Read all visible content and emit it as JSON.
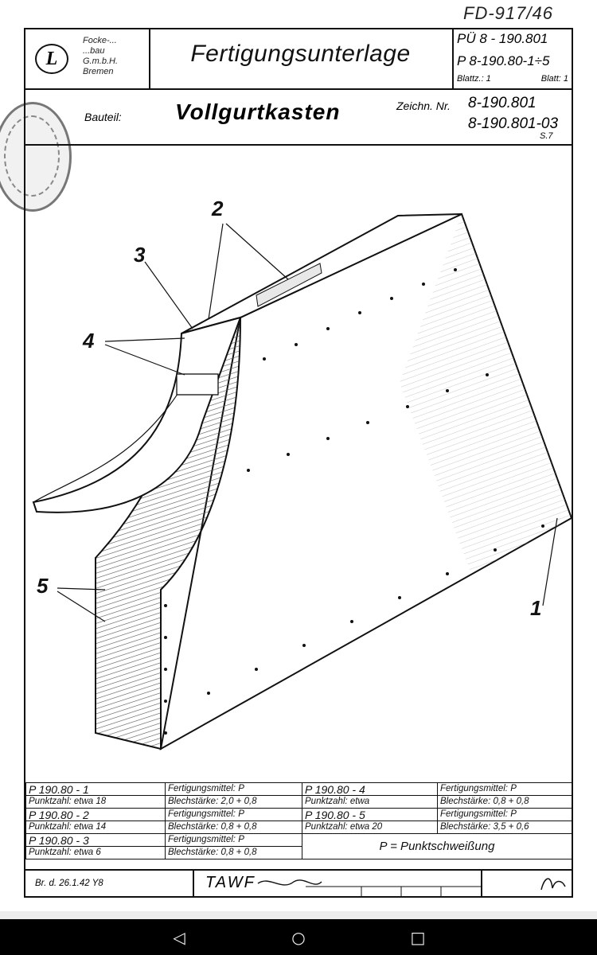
{
  "top_note": "FD-917/46",
  "header": {
    "company_lines": [
      "Focke-...",
      "...bau",
      "G.m.b.H.",
      "Bremen"
    ],
    "doc_title": "Fertigungsunterlage",
    "ref_line1": "PÜ 8 - 190.801",
    "ref_line2": "P 8-190.80-1÷5",
    "sheet_total": "Blattz.: 1",
    "sheet_num": "Blatt: 1",
    "part_label": "Bauteil:",
    "part_name": "Vollgurtkasten",
    "drawing_no_label": "Zeichn. Nr.",
    "drawing_no_1": "8-190.801",
    "drawing_no_2": "8-190.801-03",
    "drawing_no_sheet": "S.7"
  },
  "callouts": {
    "c1": "1",
    "c2": "2",
    "c3": "3",
    "c4": "4",
    "c5": "5"
  },
  "parts_table": {
    "rows": [
      [
        "P 190.80 - 1",
        "Fertigungsmittel: P",
        "P 190.80 - 4",
        "Fertigungsmittel: P"
      ],
      [
        "Punktzahl: etwa 18",
        "Blechstärke: 2,0 + 0,8",
        "Punktzahl: etwa",
        "Blechstärke: 0,8 + 0,8"
      ],
      [
        "P 190.80 - 2",
        "Fertigungsmittel: P",
        "P 190.80 - 5",
        "Fertigungsmittel: P"
      ],
      [
        "Punktzahl: etwa 14",
        "Blechstärke: 0,8 + 0,8",
        "Punktzahl: etwa 20",
        "Blechstärke: 3,5 + 0,6"
      ],
      [
        "P 190.80 - 3",
        "Fertigungsmittel: P"
      ],
      [
        "Punktzahl: etwa 6",
        "Blechstärke: 0,8 + 0,8"
      ]
    ],
    "legend": "P = Punktschweißung"
  },
  "footer": {
    "date": "Br. d. 26.1.42 Y8",
    "org": "TAWF"
  },
  "nav": {
    "back": "◁",
    "home": "○",
    "recents": "□"
  }
}
